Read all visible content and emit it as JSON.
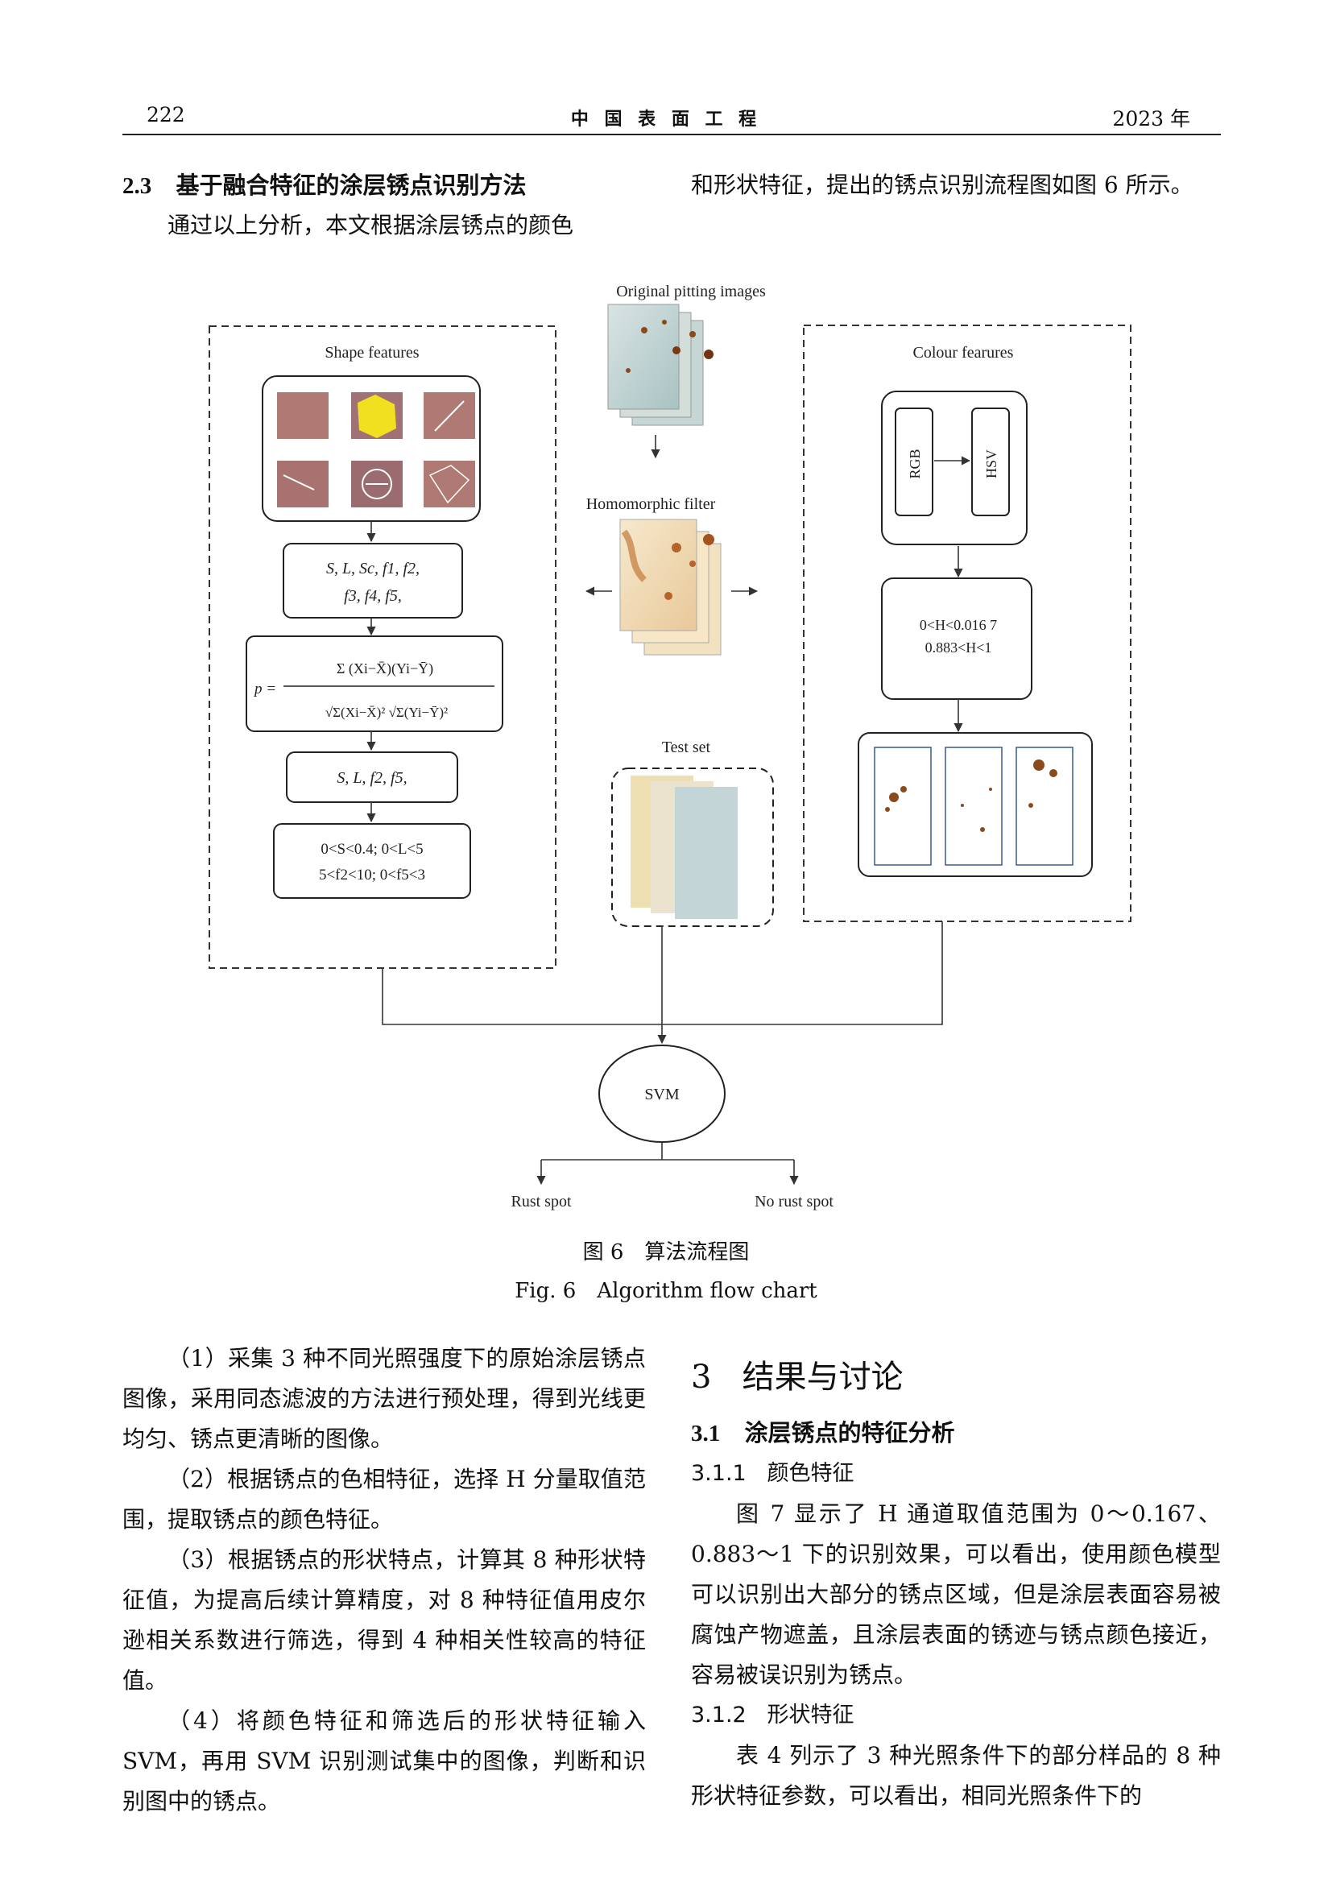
{
  "header": {
    "page_number": "222",
    "journal": "中 国 表 面 工 程",
    "year": "2023 年"
  },
  "section_2_3": {
    "number": "2.3",
    "title": "基于融合特征的涂层锈点识别方法",
    "intro": "通过以上分析，本文根据涂层锈点的颜色和形状特征，提出的锈点识别流程图如图 6 所示。"
  },
  "figure": {
    "original_images_label": "Original pitting images",
    "homomorphic_label": "Homomorphic filter",
    "test_set_label": "Test set",
    "shape_title": "Shape features",
    "colour_title": "Colour fearures",
    "rgb": "RGB",
    "hsv": "HSV",
    "features_line1": "S, L, Sc, f1, f2,",
    "features_line2": "f3, f4, f5,",
    "pearson_p": "p =",
    "selected_features": "S, L, f2, f5,",
    "shape_threshold_1": "0<S<0.4; 0<L<5",
    "shape_threshold_2": "5<f2<10; 0<f5<3",
    "colour_threshold_1": "0<H<0.016 7",
    "colour_threshold_2": "0.883<H<1",
    "svm": "SVM",
    "rust": "Rust spot",
    "no_rust": "No rust spot",
    "caption_cn": "图 6　算法流程图",
    "caption_en": "Fig. 6　Algorithm flow chart",
    "colors": {
      "dashed_border": "#333333",
      "hsv_yellow": "#f0e020",
      "rust_brown": "#8a4a1c",
      "image_blue": "#bcd3d4"
    }
  },
  "steps": [
    "（1）采集 3 种不同光照强度下的原始涂层锈点图像，采用同态滤波的方法进行预处理，得到光线更均匀、锈点更清晰的图像。",
    "（2）根据锈点的色相特征，选择 H 分量取值范围，提取锈点的颜色特征。",
    "（3）根据锈点的形状特点，计算其 8 种形状特征值，为提高后续计算精度，对 8 种特征值用皮尔逊相关系数进行筛选，得到 4 种相关性较高的特征值。",
    "（4）将颜色特征和筛选后的形状特征输入 SVM，再用 SVM 识别测试集中的图像，判断和识别图中的锈点。"
  ],
  "section_3": {
    "number": "3",
    "title": "结果与讨论",
    "s31_number": "3.1",
    "s31_title": "涂层锈点的特征分析",
    "s311_number": "3.1.1",
    "s311_title": "颜色特征",
    "s311_text": "图 7 显示了 H 通道取值范围为 0～0.167、0.883～1 下的识别效果，可以看出，使用颜色模型可以识别出大部分的锈点区域，但是涂层表面容易被腐蚀产物遮盖，且涂层表面的锈迹与锈点颜色接近，容易被误识别为锈点。",
    "s312_number": "3.1.2",
    "s312_title": "形状特征",
    "s312_text": "表 4 列示了 3 种光照条件下的部分样品的 8 种形状特征参数，可以看出，相同光照条件下的"
  }
}
